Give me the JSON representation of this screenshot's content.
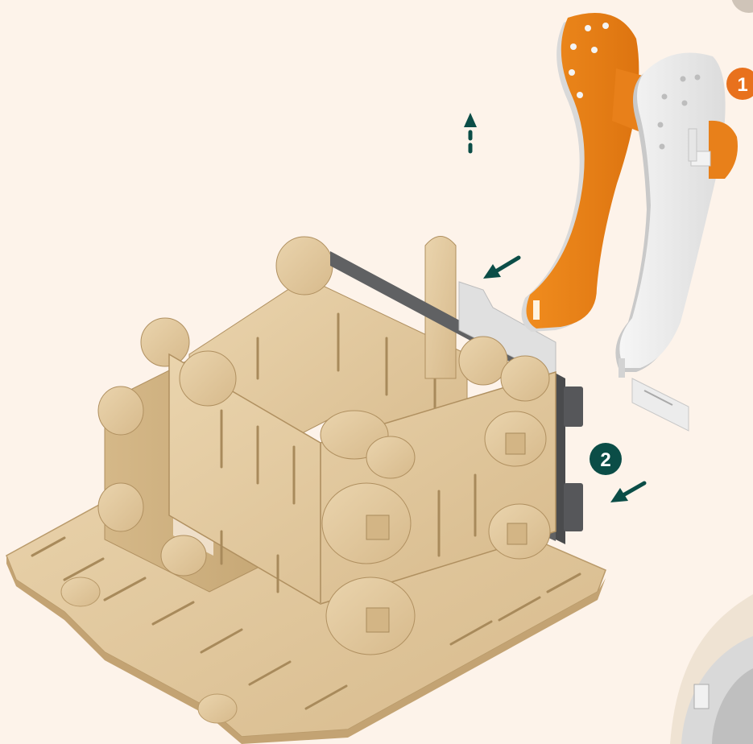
{
  "scene": {
    "background": "#fdf3ea",
    "wood_color": "#e2c9a0",
    "wood_dark": "#c9aa7a",
    "orange_color": "#e77f12",
    "white_part_color": "#ededed",
    "dark_panel_color": "#58595b",
    "accent_teal": "#0b4d47",
    "accent_orange": "#e8711d"
  },
  "steps": [
    {
      "number": "1",
      "color": "#e8711d"
    },
    {
      "number": "2",
      "color": "#0b4d47"
    }
  ],
  "arrows": [
    {
      "id": "lift-up",
      "style": "dashed",
      "direction": "up"
    },
    {
      "id": "insert-orange-side",
      "style": "solid",
      "direction": "down-left"
    },
    {
      "id": "insert-dark-panel",
      "style": "solid",
      "direction": "down-left"
    }
  ]
}
